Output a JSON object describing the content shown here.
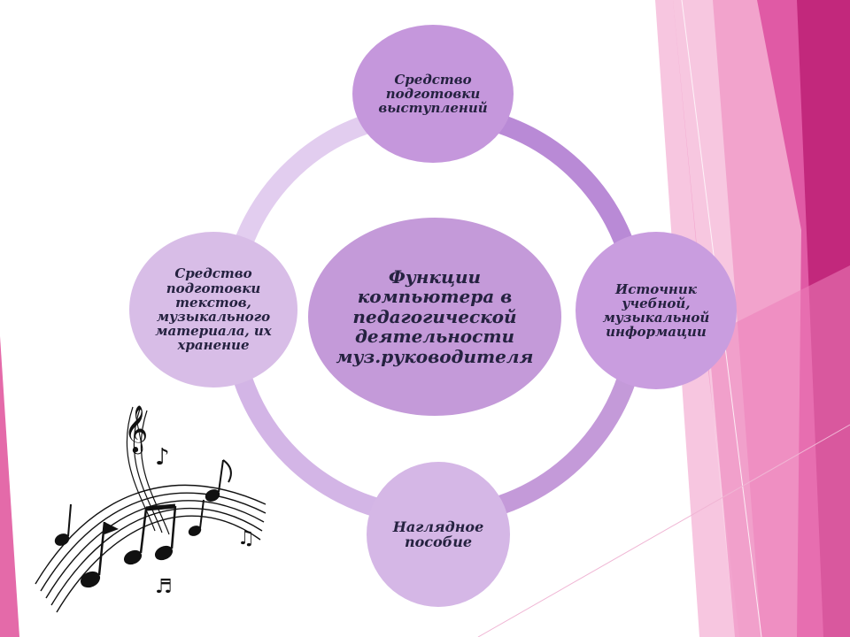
{
  "diagram": {
    "center": "Функции\nкомпьютера в\nпедагогической\nдеятельности\nмуз.руководителя",
    "top": "Средство\nподготовки\nвыступлений",
    "right": "Источник\nучебной,\nмузыкальной\nинформации",
    "bottom": "Наглядное\nпособие",
    "left": "Средство\nподготовки\nтекстов,\nмузыкального\nматериала, их\nхранение"
  },
  "colors": {
    "center_fill": "#c49ad9",
    "top_fill": "#c597dc",
    "right_fill": "#c99ddf",
    "left_fill": "#d8bde7",
    "bottom_fill": "#d5b7e6",
    "ring_light": "#e2cdef",
    "ring_medium": "#b98ad6",
    "accent_pink": "#c2287c",
    "text": "#252240"
  },
  "decorations": {
    "music_notes": "music-notes-illustration"
  }
}
